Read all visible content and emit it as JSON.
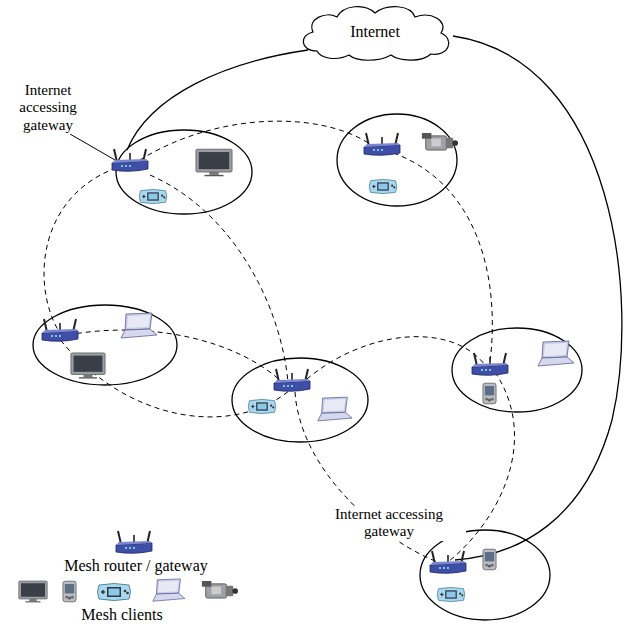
{
  "diagram": {
    "nodes": [
      {
        "text": [
          "Internet"
        ]
      }
    ],
    "labels": [
      "Internet accessing gateway",
      "Internet accessing gateway"
    ],
    "legend": [
      {
        "text": "Mesh router / gateway"
      },
      {
        "text": "Mesh clients"
      }
    ]
  }
}
